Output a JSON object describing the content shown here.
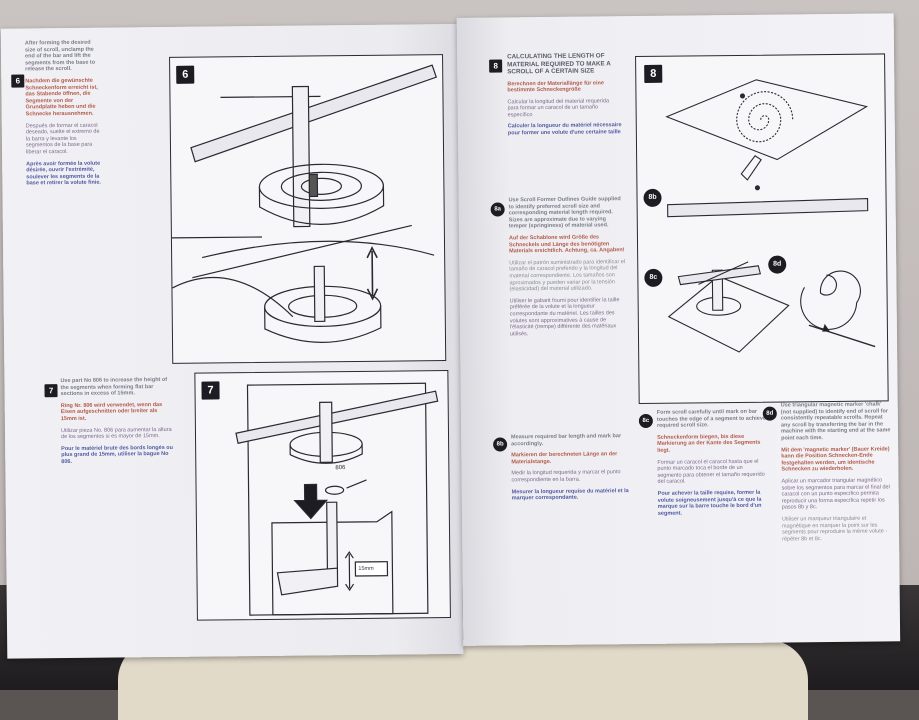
{
  "left_page": {
    "step6": {
      "number": "6",
      "en": "After forming the desired size of scroll, unclamp the end of the bar and lift the segments from the base to release the scroll.",
      "de": "Nachdem die gewünschte Schneckenform erreicht ist, das Stabende öffnen, die Segmente von der Grundplatte heben und die Schnecke herausnehmen.",
      "es": "Después de formar el caracol deseado, suelte el extremo de la barra y levante los segmentos de la base para liberar el caracol.",
      "fr": "Après avoir formée la volute désirée, ouvrir l'extrémité, soulever les segments de la base et retirer la volute finie."
    },
    "step7": {
      "number": "7",
      "en": "Use part No 806 to increase the height of the segments when forming flat bar sections in excess of 15mm.",
      "de": "Ring Nr. 806 wird verwendet, wenn das Eisen aufgeschnitten oder breiter als 15mm ist.",
      "es": "Utilizar pieza No. 806 para aumentar la altura de los segmentos si es mayor de 15mm.",
      "fr": "Pour le matériel brute des bords longés ou plus grand de 15mm, utiliser la bague No 806."
    },
    "figure6_label": "6",
    "figure7_label": "7",
    "part_label": "806",
    "dimension_label": "15mm"
  },
  "right_page": {
    "step8": {
      "number": "8",
      "en": "CALCULATING THE LENGTH OF MATERIAL REQUIRED TO MAKE A SCROLL OF A CERTAIN SIZE",
      "de": "Berechnen der Materiallänge für eine bestimmte Schneckengröße",
      "es": "Calcular la longitud del material requerida para formar un caracol de un tamaño específico",
      "fr": "Calculer la longueur du matériel nécessaire pour former une volute d'une certaine taille"
    },
    "step8a": {
      "number": "8a",
      "en": "Use Scroll Former Outlines Guide supplied to identify preferred scroll size and corresponding material length required. Sizes are approximate due to varying temper (springiness) of material used.",
      "de": "Auf der Schablone wird Größe des Schneckels und Länge des benötigten Materials ersichtlich. Achtung, ca. Angaben!",
      "es": "Utilizar el patrón suministrado para identificar el tamaño de caracol preferido y la longitud del material correspondiente. Los tamaños son aproximados y pueden variar por la tensión (elasticidad) del material utilizado.",
      "fr": "Utiliser le gabarit fourni pour identifier la taille préférée de la volute et la longueur correspondante du matériel. Les tailles des volutes sont approximatives à cause de l'élasticité (trempe) différente des matériaux utilisés."
    },
    "step8b": {
      "number": "8b",
      "en": "Measure required bar length and mark bar accordingly.",
      "de": "Markieren der berechneten Länge an der Materialstange.",
      "es": "Medir la longitud requerida y marcar el punto correspondiente en la barra.",
      "fr": "Mesurer la longueur requise du matériel et la marquer correspondante."
    },
    "step8c": {
      "number": "8c",
      "en": "Form scroll carefully until mark on bar touches the edge of a segment to achieve required scroll size.",
      "de": "Schneckenform biegen, bis diese Markierung an der Kante des Segments liegt.",
      "es": "Formar un caracol el caracol hasta que el punto marcado toca el borde de un segmento para obtener el tamaño requerido del caracol.",
      "fr": "Pour achever la taille requise, former la volute soigneusement jusqu'à ce que la marque sur la barre touche le bord d'un segment."
    },
    "step8d": {
      "number": "8d",
      "en": "Use triangular magnetic marker 'chalk' (not supplied) to identify end of scroll for consistently repeatable scrolls. Repeat any scroll by transferring the bar in the machine with the starting end at the same point each time.",
      "de": "Mit dem 'magnetic marker' (Bauer Kreide) kann die Position Schnecken-Ende festgehalten werden, um identische Schnecken zu wiederholen.",
      "es": "Aplicar un marcador triangular magnético sobre los segmentos para marcar el final del caracol con un punto específico permita reproducir una forma específica repetir los pasos 8b y 8c.",
      "fr": "Utiliser un marqueur triangulaire et magnétique en marquer la point sur les segments pour reproduire la même volute - répéter 8b et 8c."
    },
    "figure8_label": "8",
    "fig8b_label": "8b",
    "fig8c_label": "8c",
    "fig8d_label": "8d"
  }
}
